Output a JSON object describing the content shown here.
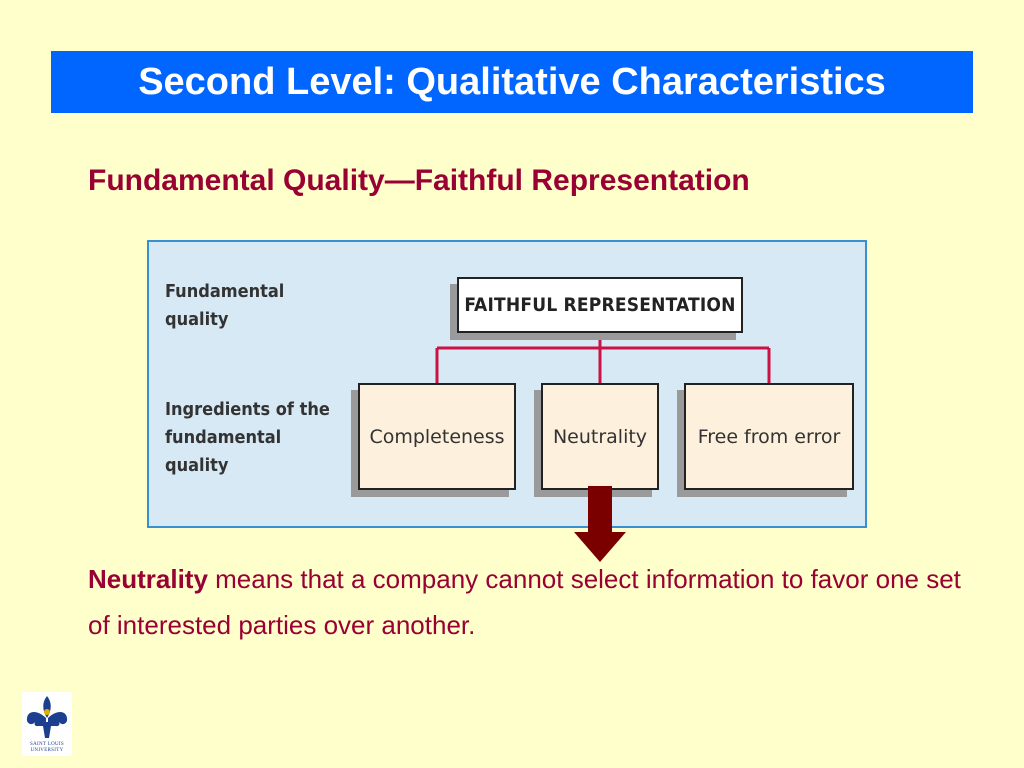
{
  "slide": {
    "title": "Second Level: Qualitative Characteristics",
    "subtitle": "Fundamental Quality—Faithful Representation"
  },
  "diagram": {
    "row_labels": {
      "fundamental": "Fundamental\nquality",
      "ingredients": "Ingredients of the\nfundamental\nquality"
    },
    "top_box": "FAITHFUL REPRESENTATION",
    "ingredients": [
      "Completeness",
      "Neutrality",
      "Free from error"
    ],
    "highlighted_ingredient": "Neutrality",
    "colors": {
      "panel_bg": "#d6e9f5",
      "panel_border": "#3a8fd0",
      "connector": "#cc1144",
      "arrow": "#7a0000",
      "ingredient_bg": "#fdf0dc"
    }
  },
  "body": {
    "term": "Neutrality",
    "definition": " means that a company cannot select information to favor one set of interested parties over another."
  },
  "logo": {
    "icon": "fleur-de-lis-seal-icon",
    "caption": "Saint Louis University"
  },
  "colors": {
    "background": "#ffffcc",
    "title_bar": "#0066ff",
    "accent_text": "#990033"
  }
}
